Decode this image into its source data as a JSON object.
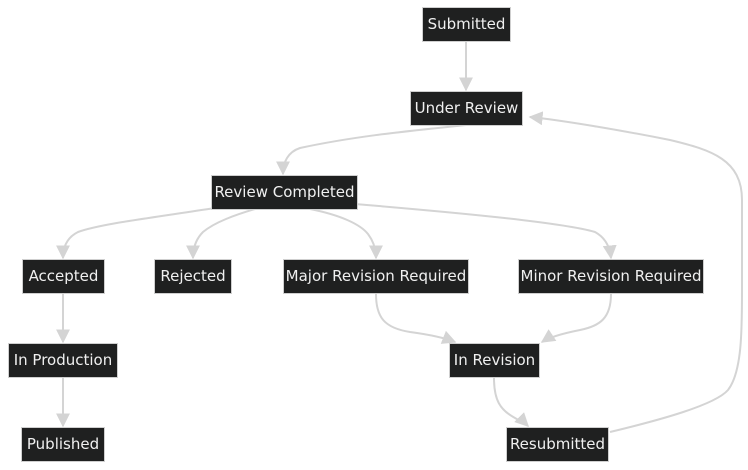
{
  "diagram": {
    "type": "state-flowchart",
    "colors": {
      "node_fill": "#1f2020",
      "node_border": "#cfcfcf",
      "node_text": "#f0f0f0",
      "edge": "#d4d4d4",
      "background": "#ffffff"
    },
    "nodes": {
      "submitted": "Submitted",
      "under_review": "Under Review",
      "review_completed": "Review Completed",
      "accepted": "Accepted",
      "rejected": "Rejected",
      "major_revision": "Major Revision Required",
      "minor_revision": "Minor Revision Required",
      "in_production": "In Production",
      "in_revision": "In Revision",
      "published": "Published",
      "resubmitted": "Resubmitted"
    },
    "edges": [
      {
        "from": "submitted",
        "to": "under_review"
      },
      {
        "from": "under_review",
        "to": "review_completed"
      },
      {
        "from": "review_completed",
        "to": "accepted"
      },
      {
        "from": "review_completed",
        "to": "rejected"
      },
      {
        "from": "review_completed",
        "to": "major_revision"
      },
      {
        "from": "review_completed",
        "to": "minor_revision"
      },
      {
        "from": "accepted",
        "to": "in_production"
      },
      {
        "from": "in_production",
        "to": "published"
      },
      {
        "from": "major_revision",
        "to": "in_revision"
      },
      {
        "from": "minor_revision",
        "to": "in_revision"
      },
      {
        "from": "in_revision",
        "to": "resubmitted"
      },
      {
        "from": "resubmitted",
        "to": "under_review"
      }
    ]
  }
}
